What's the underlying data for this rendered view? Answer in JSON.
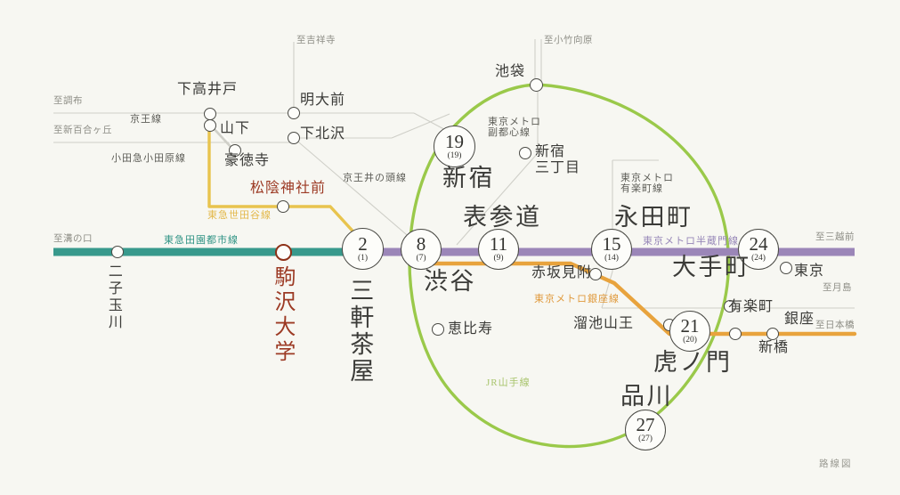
{
  "meta": {
    "caption": "路線図",
    "background": "#f7f7f2"
  },
  "line_colors": {
    "den_en_toshi": "#38998c",
    "setagaya": "#e8c44e",
    "hanzomon": "#9b86b8",
    "ginza": "#e8a33d",
    "yamanote": "#9ac94a",
    "grey": "#cfcfc8",
    "highlight": "#9c3a24"
  },
  "line_labels": [
    {
      "id": "keio",
      "text": "京王線",
      "tone": "grey"
    },
    {
      "id": "odakyu",
      "text": "小田急小田原線",
      "tone": "grey"
    },
    {
      "id": "inokashira",
      "text": "京王井の頭線",
      "tone": "grey"
    },
    {
      "id": "setagaya",
      "text": "東急世田谷線",
      "tone": "yellow"
    },
    {
      "id": "den-en-toshi",
      "text": "東急田園都市線",
      "tone": "teal"
    },
    {
      "id": "fukutoshin",
      "text": "東京メトロ\n副都心線",
      "tone": "grey"
    },
    {
      "id": "yurakucho",
      "text": "東京メトロ\n有楽町線",
      "tone": "grey"
    },
    {
      "id": "hanzomon",
      "text": "東京メトロ半蔵門線",
      "tone": "purple"
    },
    {
      "id": "ginza",
      "text": "東京メトロ銀座線",
      "tone": "orange"
    },
    {
      "id": "yamanote",
      "text": "JR山手線",
      "tone": "green"
    }
  ],
  "destinations": [
    {
      "id": "chofu",
      "text": "至調布"
    },
    {
      "id": "shinyurigaoka",
      "text": "至新百合ヶ丘"
    },
    {
      "id": "kichijoji",
      "text": "至吉祥寺"
    },
    {
      "id": "kotakemukaihara",
      "text": "至小竹向原"
    },
    {
      "id": "mizonokuchi",
      "text": "至溝の口"
    },
    {
      "id": "mitsukoshimae",
      "text": "至三越前"
    },
    {
      "id": "tsukishima",
      "text": "至月島"
    },
    {
      "id": "nihonbashi",
      "text": "至日本橋"
    }
  ],
  "numbered_stations": [
    {
      "id": "sangenjaya",
      "number": "2",
      "sub": "(1)",
      "name": "三軒茶屋",
      "vertical": true,
      "size": "xl"
    },
    {
      "id": "shibuya",
      "number": "8",
      "sub": "(7)",
      "name": "渋谷",
      "vertical": false,
      "size": "xl"
    },
    {
      "id": "omotesando",
      "number": "11",
      "sub": "(9)",
      "name": "表参道",
      "vertical": false,
      "size": "xl"
    },
    {
      "id": "nagatacho",
      "number": "15",
      "sub": "(14)",
      "name": "永田町",
      "vertical": false,
      "size": "xl"
    },
    {
      "id": "shinjuku",
      "number": "19",
      "sub": "(19)",
      "name": "新宿",
      "vertical": false,
      "size": "xl"
    },
    {
      "id": "toranomon",
      "number": "21",
      "sub": "(20)",
      "name": "虎ノ門",
      "vertical": false,
      "size": "xl"
    },
    {
      "id": "otemachi",
      "number": "24",
      "sub": "(24)",
      "name": "大手町",
      "vertical": false,
      "size": "xl"
    },
    {
      "id": "shinagawa",
      "number": "27",
      "sub": "(27)",
      "name": "品川",
      "vertical": false,
      "size": "xl"
    }
  ],
  "stations": [
    {
      "id": "shimotakaido",
      "name": "下高井戸",
      "highlight": false
    },
    {
      "id": "yamashita",
      "name": "山下",
      "highlight": false
    },
    {
      "id": "gotokuji",
      "name": "豪徳寺",
      "highlight": false
    },
    {
      "id": "meidaimae",
      "name": "明大前",
      "highlight": false
    },
    {
      "id": "shimokitazawa",
      "name": "下北沢",
      "highlight": false
    },
    {
      "id": "shoinjinjamae",
      "name": "松陰神社前",
      "highlight": true
    },
    {
      "id": "futakotamagawa",
      "name": "二子玉川",
      "highlight": false
    },
    {
      "id": "komazawadaigaku",
      "name": "駒沢大学",
      "highlight": true
    },
    {
      "id": "ikebukuro",
      "name": "池袋",
      "highlight": false
    },
    {
      "id": "shinjukusanchome",
      "name": "新宿\n三丁目",
      "highlight": false
    },
    {
      "id": "ebisu",
      "name": "恵比寿",
      "highlight": false
    },
    {
      "id": "akasakamitsuke",
      "name": "赤坂見附",
      "highlight": false
    },
    {
      "id": "tameikesanno",
      "name": "溜池山王",
      "highlight": false
    },
    {
      "id": "tokyo",
      "name": "東京",
      "highlight": false
    },
    {
      "id": "yurakucho",
      "name": "有楽町",
      "highlight": false
    },
    {
      "id": "ginza",
      "name": "銀座",
      "highlight": false
    },
    {
      "id": "shimbashi",
      "name": "新橋",
      "highlight": false
    }
  ]
}
